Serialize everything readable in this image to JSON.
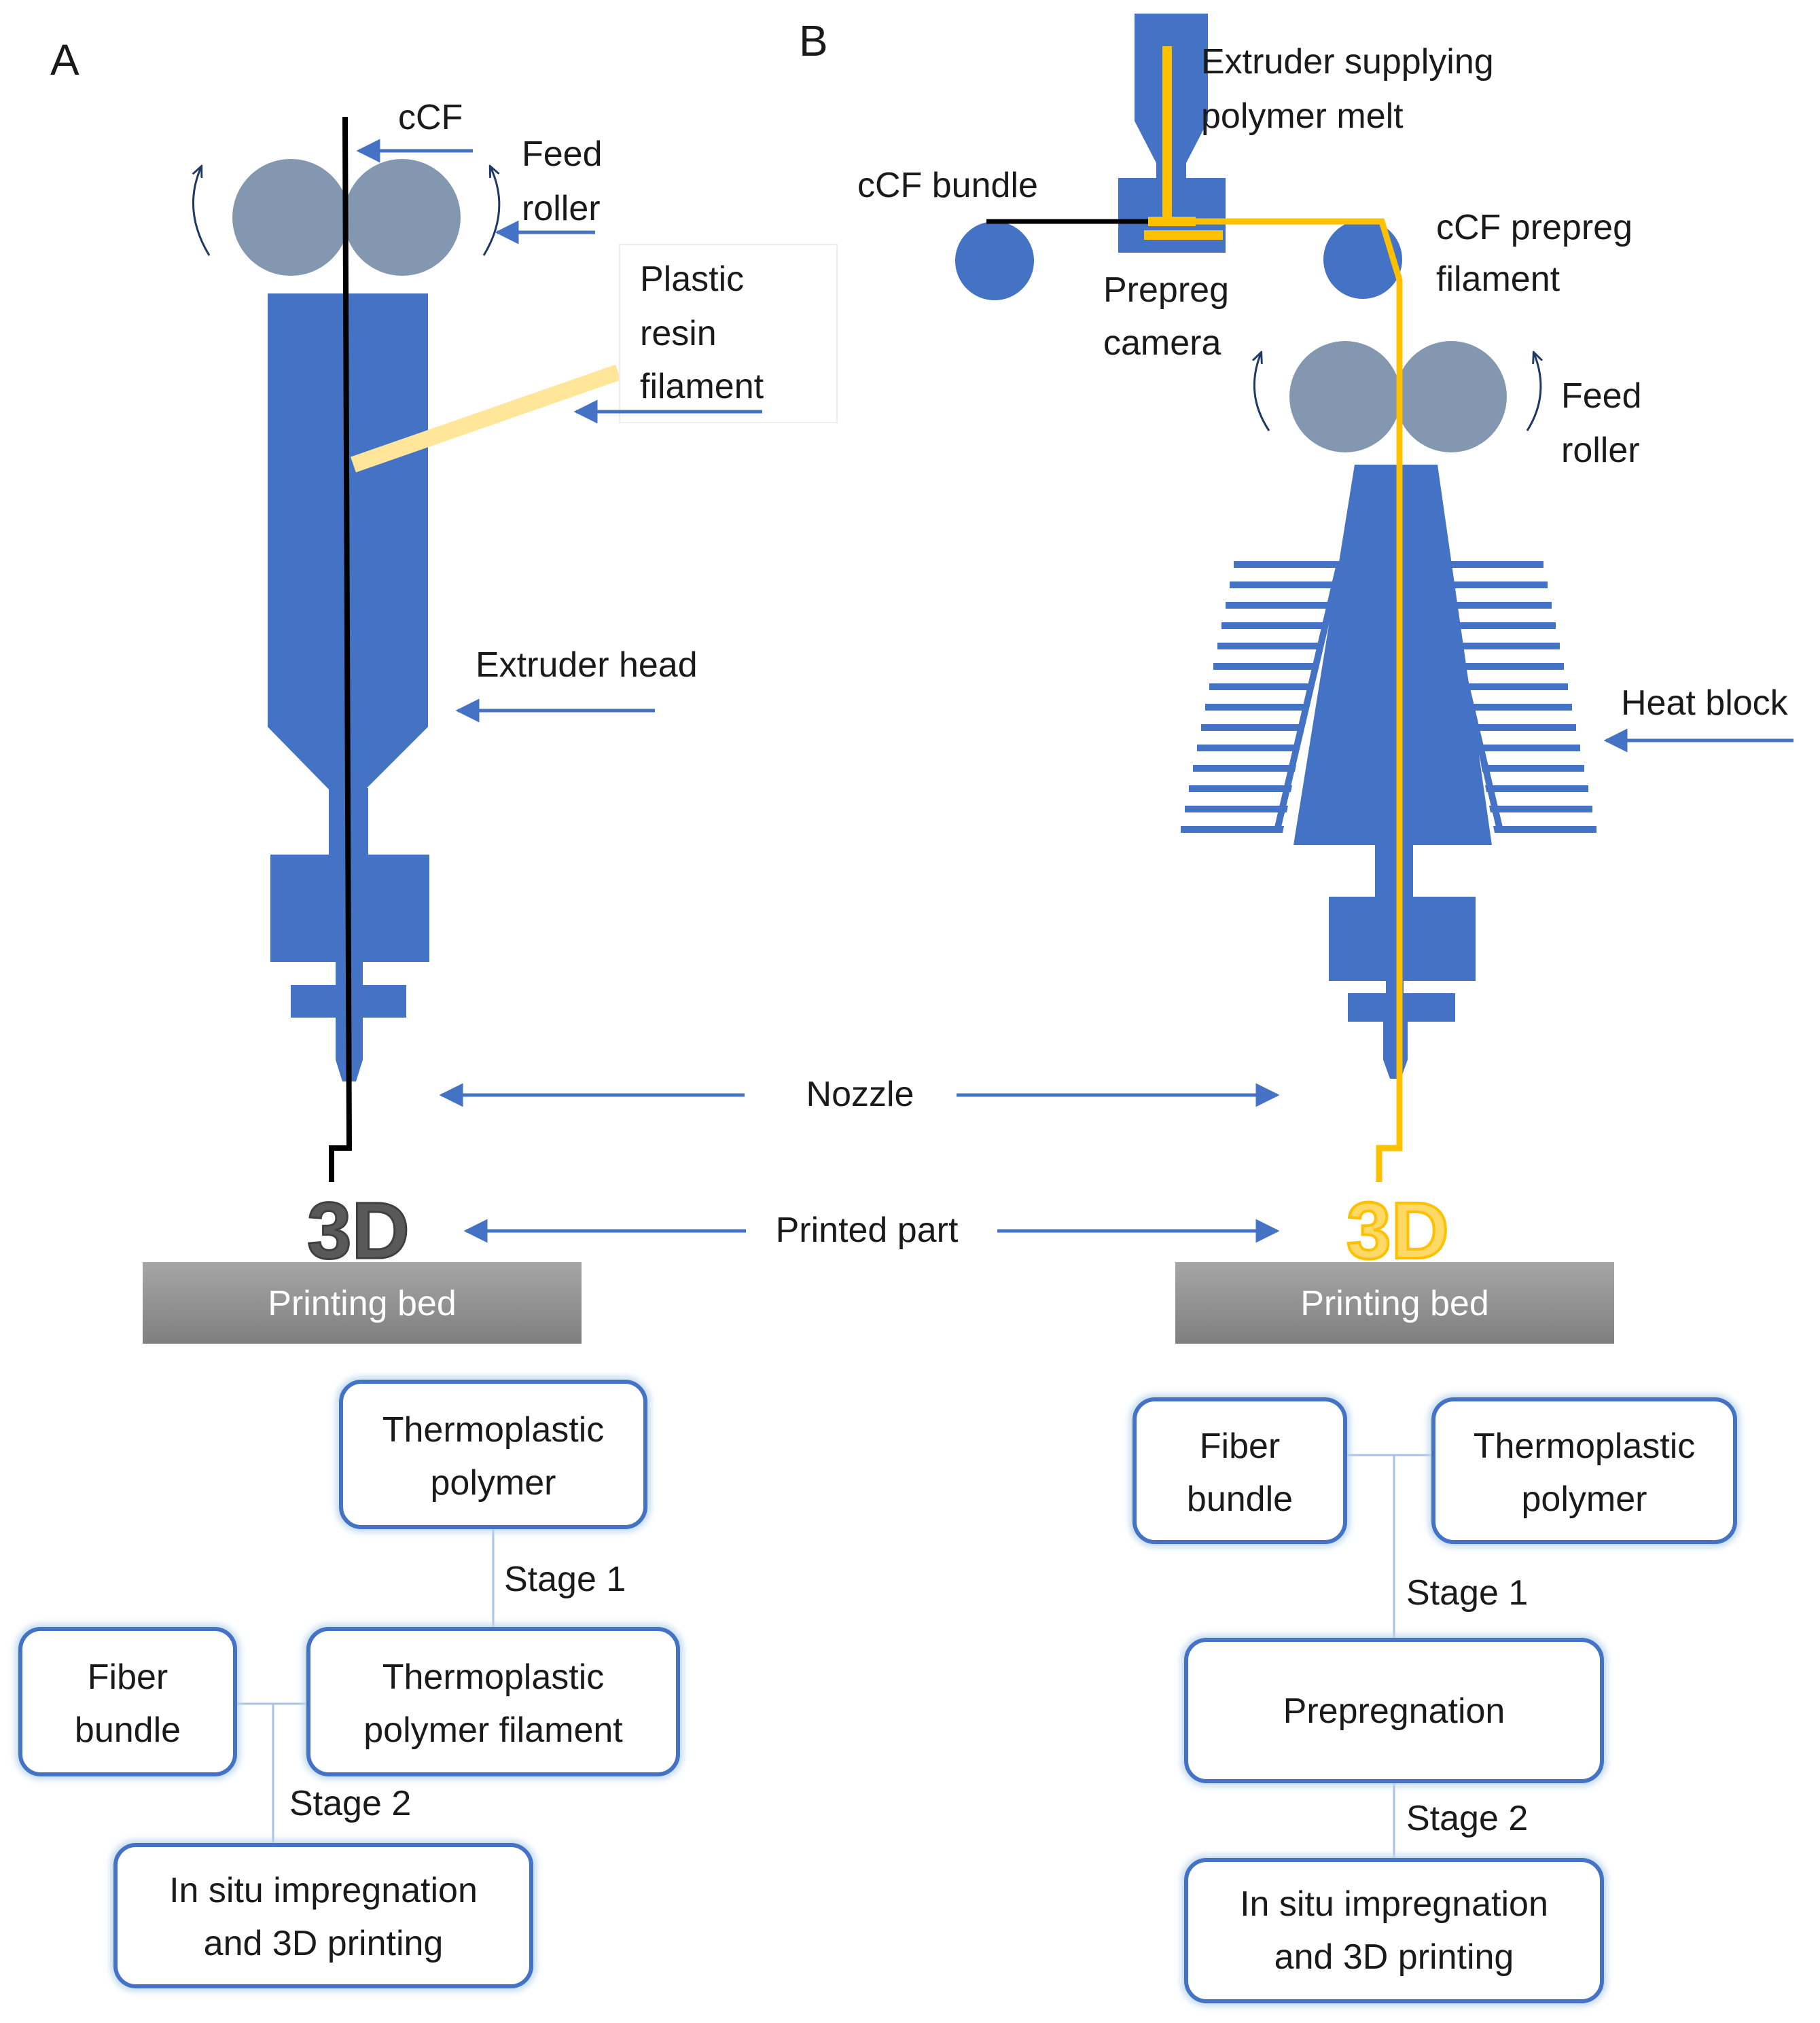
{
  "colors": {
    "machine": "#4472C4",
    "roller": "#8497B0",
    "arrow": "#4472C4",
    "fiber": "#000000",
    "resin": "#FFE699",
    "prepreg": "#FFC000",
    "bed": "#8C8C8C",
    "box_border": "#4472C4",
    "box_glow": "#BDD7EE",
    "connector": "#A9C1E8"
  },
  "panel_a": {
    "letter": "A",
    "labels": {
      "ccf": "cCF",
      "feed_roller_1": "Feed",
      "feed_roller_2": "roller",
      "plastic_1": "Plastic",
      "plastic_2": "resin",
      "plastic_3": "filament",
      "extruder_head": "Extruder head"
    },
    "printed_part": "3D",
    "bed": "Printing bed",
    "flow": {
      "thermoplastic_1": "Thermoplastic",
      "thermoplastic_2": "polymer",
      "stage1": "Stage 1",
      "filament_1": "Thermoplastic",
      "filament_2": "polymer filament",
      "fiber_1": "Fiber",
      "fiber_2": "bundle",
      "stage2": "Stage 2",
      "insitu_1": "In situ impregnation",
      "insitu_2": "and 3D printing"
    }
  },
  "panel_b": {
    "letter": "B",
    "labels": {
      "extruder_1": "Extruder supplying",
      "extruder_2": "polymer melt",
      "ccf_bundle": "cCF bundle",
      "prepreg_fil_1": "cCF prepreg",
      "prepreg_fil_2": "filament",
      "camera_1": "Prepreg",
      "camera_2": "camera",
      "feed_roller_1": "Feed",
      "feed_roller_2": "roller",
      "heat_block": "Heat block"
    },
    "printed_part": "3D",
    "bed": "Printing bed",
    "flow": {
      "fiber_1": "Fiber",
      "fiber_2": "bundle",
      "thermoplastic_1": "Thermoplastic",
      "thermoplastic_2": "polymer",
      "stage1": "Stage 1",
      "prepregnation": "Prepregnation",
      "stage2": "Stage 2",
      "insitu_1": "In situ impregnation",
      "insitu_2": "and 3D printing"
    }
  },
  "shared": {
    "nozzle": "Nozzle",
    "printed_part": "Printed part"
  }
}
